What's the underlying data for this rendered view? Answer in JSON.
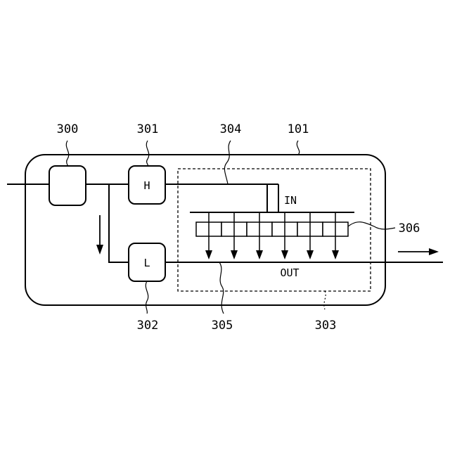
{
  "references": {
    "r300": "300",
    "r301": "301",
    "r302": "302",
    "r303": "303",
    "r304": "304",
    "r305": "305",
    "r306": "306",
    "r101": "101"
  },
  "blocks": {
    "high_label": "H",
    "low_label": "L"
  },
  "labels": {
    "in": "IN",
    "out": "OUT"
  },
  "cells": {
    "count": 6
  },
  "colors": {
    "stroke": "#000000",
    "background": "#ffffff"
  }
}
